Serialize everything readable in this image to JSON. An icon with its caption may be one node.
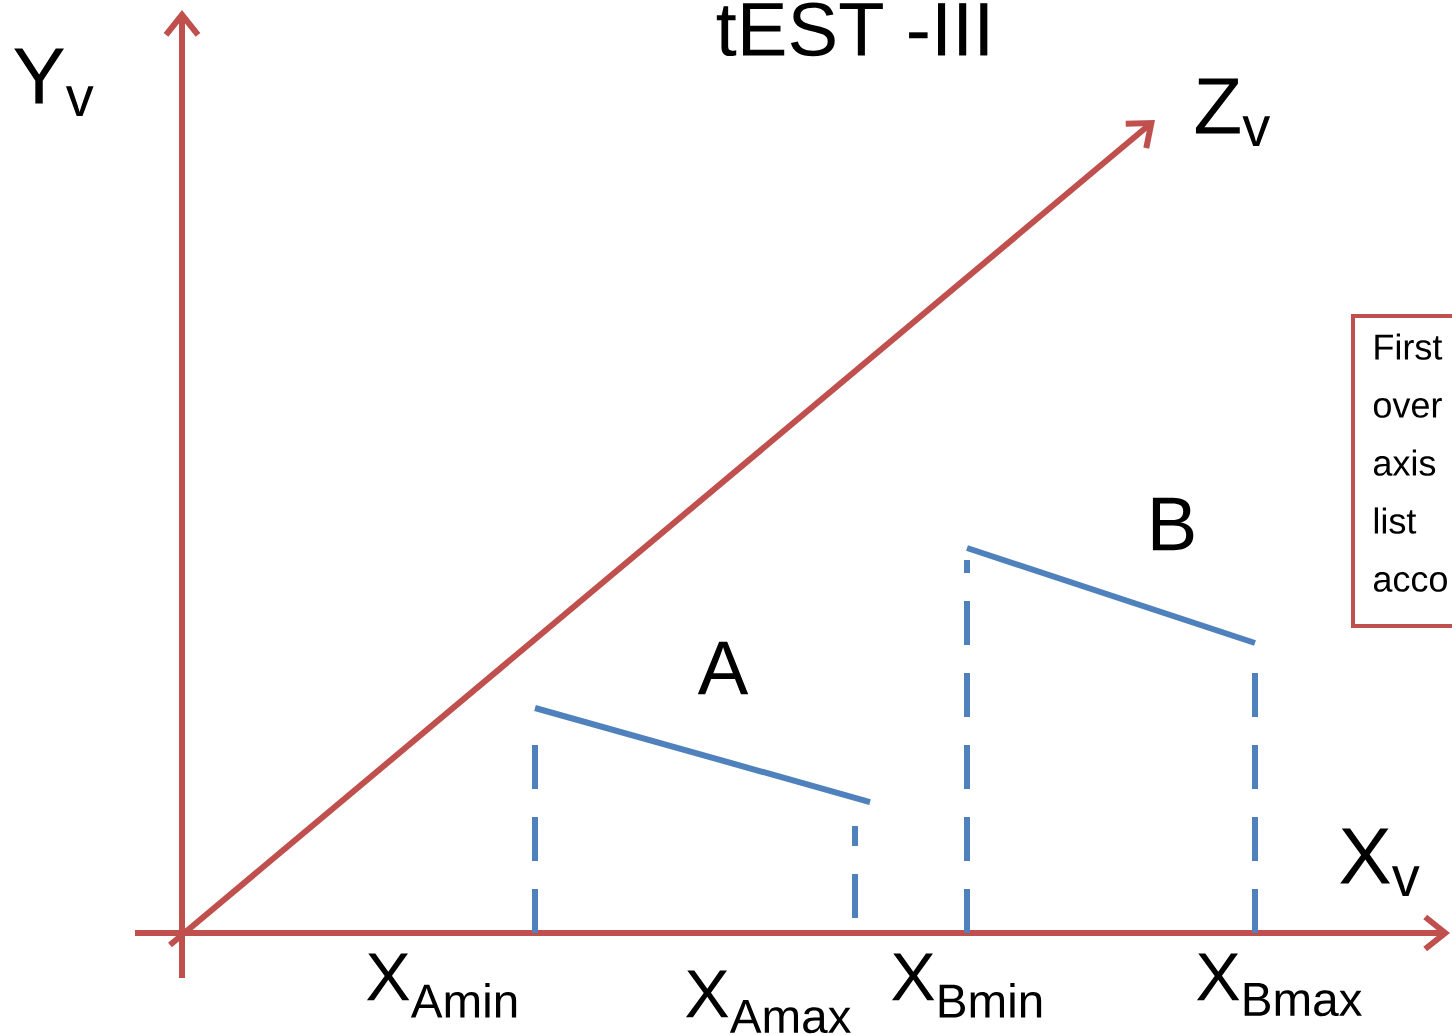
{
  "diagram": {
    "title": "tEST -III",
    "nodes": [
      {
        "text": [
          "First over axis list acco"
        ]
      }
    ],
    "labels": [
      "Y$_{v}$",
      "Z$_{v}$",
      "B",
      "A",
      "X$_{v}$",
      "X$_{Amin}$",
      "X$_{Amax}$",
      "X$_{Bmin}$",
      "X$_{Bmax}$"
    ]
  }
}
